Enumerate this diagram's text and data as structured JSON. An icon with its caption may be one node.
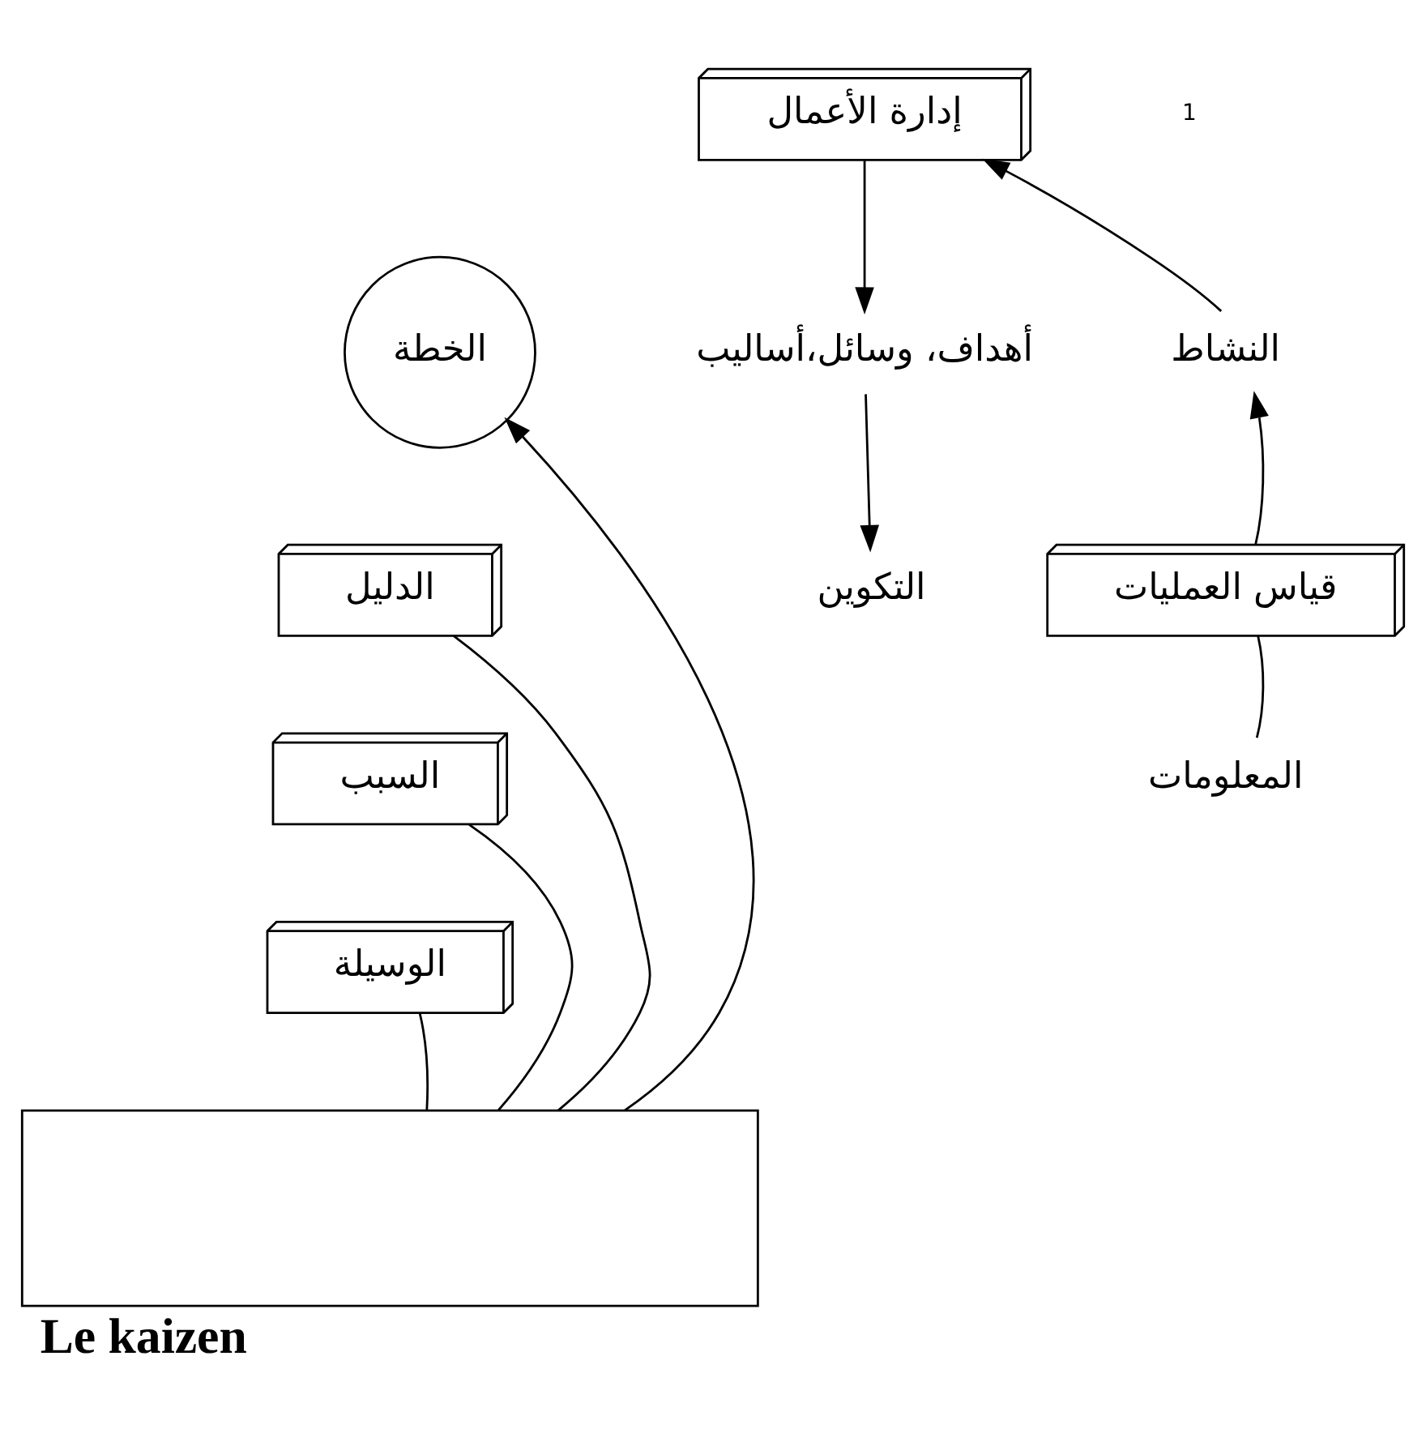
{
  "diagram": {
    "title": "Le kaizen",
    "nodes": [
      {
        "text": [
          "إدارة الأعمال"
        ]
      },
      {
        "text": [
          "الخطة"
        ]
      },
      {
        "text": [
          "أهداف، وسائل،أساليب"
        ]
      },
      {
        "text": [
          "التكوين"
        ]
      },
      {
        "text": [
          "قياس العمليات"
        ]
      },
      {
        "text": [
          "النشاط"
        ]
      },
      {
        "text": [
          "المعلومات"
        ]
      },
      {
        "text": [
          "الدليل"
        ]
      },
      {
        "text": [
          "السبب"
        ]
      },
      {
        "text": [
          "الوسيلة"
        ]
      },
      {
        "text": [],
        "shape": "box"
      }
    ],
    "edges": [
      {
        "from": 0,
        "to": 2,
        "arrow": "to"
      },
      {
        "from": 2,
        "to": 3,
        "arrow": "to"
      },
      {
        "from": 4,
        "to": 5,
        "arrow": "to"
      },
      {
        "from": 5,
        "to": 0,
        "arrow": "to"
      },
      {
        "from": 4,
        "to": 6,
        "arrow": "none"
      },
      {
        "from": 10,
        "to": 1,
        "arrow": "to"
      },
      {
        "from": 10,
        "to": 7,
        "arrow": "none"
      },
      {
        "from": 10,
        "to": 8,
        "arrow": "none"
      },
      {
        "from": 10,
        "to": 9,
        "arrow": "none"
      }
    ],
    "labels": [
      "1"
    ]
  }
}
